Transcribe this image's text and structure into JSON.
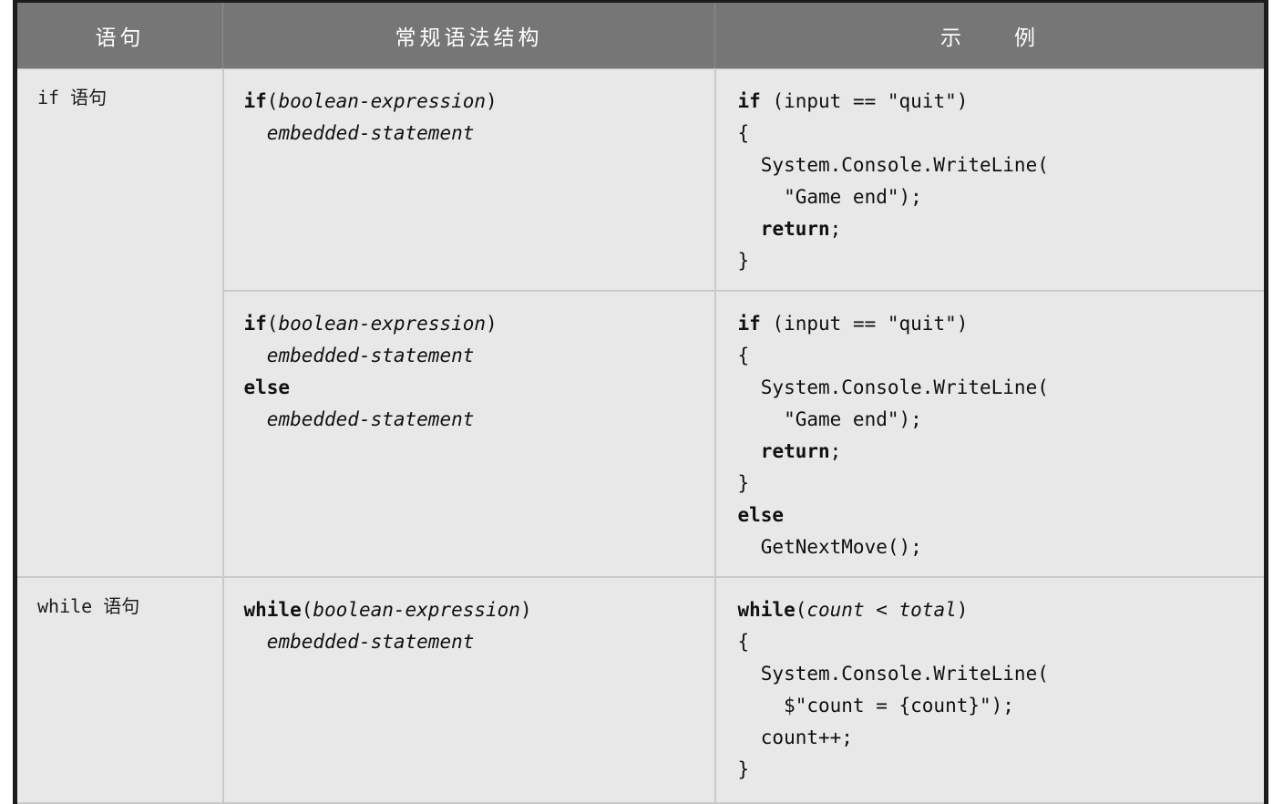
{
  "table": {
    "headers": [
      {
        "label": "语句",
        "name": "statement"
      },
      {
        "label": "常规语法结构",
        "name": "general-syntax-structure"
      },
      {
        "label": "示　　例",
        "name": "example"
      }
    ],
    "rows": [
      {
        "statement": "if 语句",
        "statement_rowspan": 2,
        "syntax_lines": [
          {
            "segments": [
              {
                "text": "if",
                "style": "keyword"
              },
              {
                "text": "(",
                "style": "plain"
              },
              {
                "text": "boolean-expression",
                "style": "placeholder"
              },
              {
                "text": ")",
                "style": "plain"
              }
            ]
          },
          {
            "segments": [
              {
                "text": "  ",
                "style": "plain"
              },
              {
                "text": "embedded-statement",
                "style": "placeholder"
              }
            ]
          }
        ],
        "example_lines": [
          {
            "segments": [
              {
                "text": "if",
                "style": "keyword"
              },
              {
                "text": " (input == \"quit\")",
                "style": "plain"
              }
            ]
          },
          {
            "segments": [
              {
                "text": "{",
                "style": "plain"
              }
            ]
          },
          {
            "segments": [
              {
                "text": "  System.Console.WriteLine(",
                "style": "plain"
              }
            ]
          },
          {
            "segments": [
              {
                "text": "    \"Game end\");",
                "style": "plain"
              }
            ]
          },
          {
            "segments": [
              {
                "text": "  ",
                "style": "plain"
              },
              {
                "text": "return",
                "style": "keyword"
              },
              {
                "text": ";",
                "style": "plain"
              }
            ]
          },
          {
            "segments": [
              {
                "text": "}",
                "style": "plain"
              }
            ]
          }
        ]
      },
      {
        "statement": null,
        "syntax_lines": [
          {
            "segments": [
              {
                "text": "if",
                "style": "keyword"
              },
              {
                "text": "(",
                "style": "plain"
              },
              {
                "text": "boolean-expression",
                "style": "placeholder"
              },
              {
                "text": ")",
                "style": "plain"
              }
            ]
          },
          {
            "segments": [
              {
                "text": "  ",
                "style": "plain"
              },
              {
                "text": "embedded-statement",
                "style": "placeholder"
              }
            ]
          },
          {
            "segments": [
              {
                "text": "else",
                "style": "keyword"
              }
            ]
          },
          {
            "segments": [
              {
                "text": "  ",
                "style": "plain"
              },
              {
                "text": "embedded-statement",
                "style": "placeholder"
              }
            ]
          }
        ],
        "example_lines": [
          {
            "segments": [
              {
                "text": "if",
                "style": "keyword"
              },
              {
                "text": " (input == \"quit\")",
                "style": "plain"
              }
            ]
          },
          {
            "segments": [
              {
                "text": "{",
                "style": "plain"
              }
            ]
          },
          {
            "segments": [
              {
                "text": "  System.Console.WriteLine(",
                "style": "plain"
              }
            ]
          },
          {
            "segments": [
              {
                "text": "    \"Game end\");",
                "style": "plain"
              }
            ]
          },
          {
            "segments": [
              {
                "text": "  ",
                "style": "plain"
              },
              {
                "text": "return",
                "style": "keyword"
              },
              {
                "text": ";",
                "style": "plain"
              }
            ]
          },
          {
            "segments": [
              {
                "text": "}",
                "style": "plain"
              }
            ]
          },
          {
            "segments": [
              {
                "text": "else",
                "style": "keyword"
              }
            ]
          },
          {
            "segments": [
              {
                "text": "  GetNextMove();",
                "style": "plain"
              }
            ]
          }
        ]
      },
      {
        "statement": "while 语句",
        "statement_rowspan": 1,
        "syntax_lines": [
          {
            "segments": [
              {
                "text": "while",
                "style": "keyword"
              },
              {
                "text": "(",
                "style": "plain"
              },
              {
                "text": "boolean-expression",
                "style": "placeholder"
              },
              {
                "text": ")",
                "style": "plain"
              }
            ]
          },
          {
            "segments": [
              {
                "text": "  ",
                "style": "plain"
              },
              {
                "text": "embedded-statement",
                "style": "placeholder"
              }
            ]
          }
        ],
        "example_lines": [
          {
            "segments": [
              {
                "text": "while",
                "style": "keyword"
              },
              {
                "text": "(",
                "style": "plain"
              },
              {
                "text": "count < total",
                "style": "placeholder"
              },
              {
                "text": ")",
                "style": "plain"
              }
            ]
          },
          {
            "segments": [
              {
                "text": "{",
                "style": "plain"
              }
            ]
          },
          {
            "segments": [
              {
                "text": "  System.Console.WriteLine(",
                "style": "plain"
              }
            ]
          },
          {
            "segments": [
              {
                "text": "    $\"count = {count}\");",
                "style": "plain"
              }
            ]
          },
          {
            "segments": [
              {
                "text": "  count++;",
                "style": "plain"
              }
            ]
          },
          {
            "segments": [
              {
                "text": "}",
                "style": "plain"
              }
            ]
          }
        ]
      }
    ]
  },
  "colors": {
    "header_bg": "#767676",
    "header_text": "#ffffff",
    "cell_bg": "#e8e8e8",
    "cell_text": "#101010",
    "grid_line": "#c9c9c9",
    "outer_border": "#1c1c1c"
  }
}
